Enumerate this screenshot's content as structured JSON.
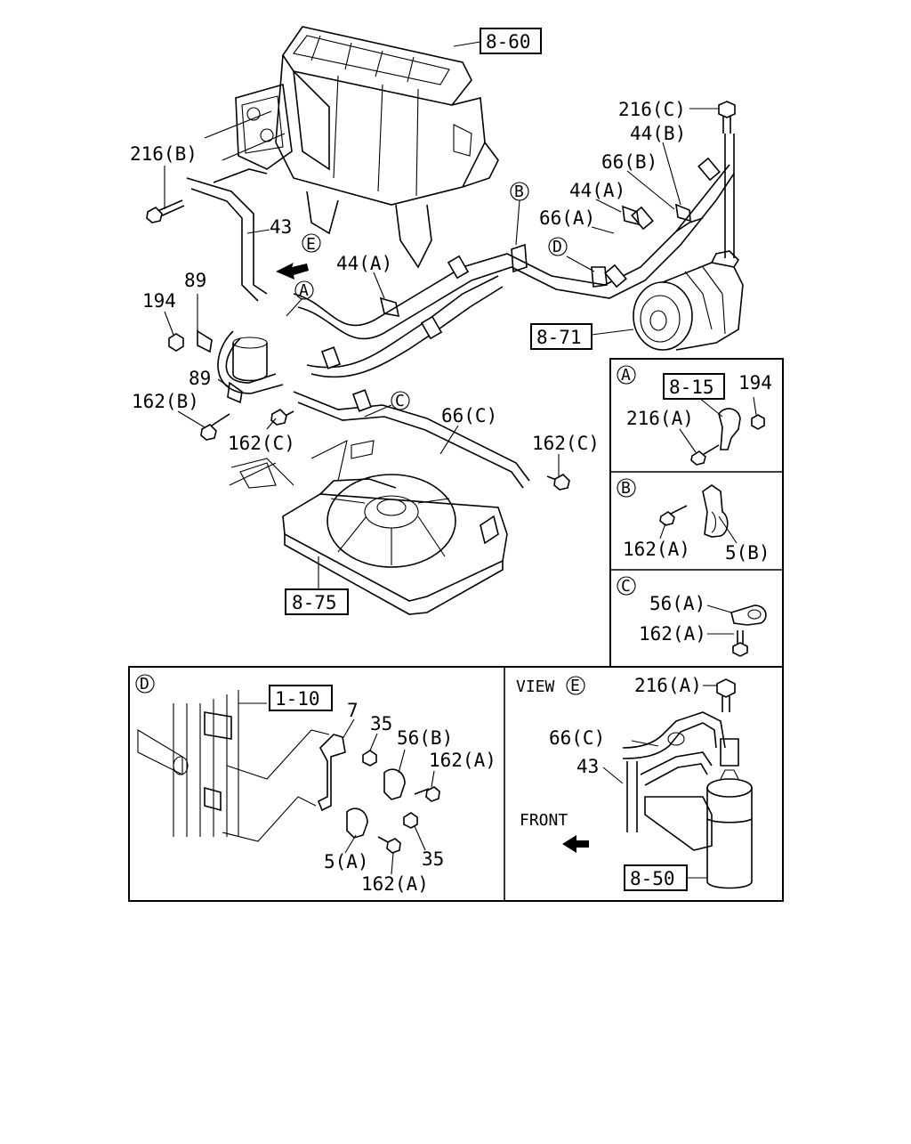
{
  "main_refs": {
    "ref_8_60": "8-60",
    "ref_8_71": "8-71",
    "ref_8_75": "8-75"
  },
  "main_callouts": {
    "c_216B": "216(B)",
    "c_43": "43",
    "c_E": "E",
    "c_44A_left": "44(A)",
    "c_89_top": "89",
    "c_194": "194",
    "c_A": "A",
    "c_89_bottom": "89",
    "c_162B": "162(B)",
    "c_162C_left": "162(C)",
    "c_C": "C",
    "c_66C": "66(C)",
    "c_162C_right": "162(C)",
    "c_B": "B",
    "c_D": "D",
    "c_216C": "216(C)",
    "c_44B": "44(B)",
    "c_66B": "66(B)",
    "c_44A_right": "44(A)",
    "c_66A": "66(A)"
  },
  "detail_a": {
    "tag": "A",
    "ref": "8-15",
    "p1": "194",
    "p2": "216(A)"
  },
  "detail_b": {
    "tag": "B",
    "p1": "162(A)",
    "p2": "5(B)"
  },
  "detail_c": {
    "tag": "C",
    "p1": "56(A)",
    "p2": "162(A)"
  },
  "detail_d": {
    "tag": "D",
    "ref": "1-10",
    "p_7": "7",
    "p_35_top": "35",
    "p_56B": "56(B)",
    "p_162A_right": "162(A)",
    "p_35_bottom": "35",
    "p_5A": "5(A)",
    "p_162A_bottom": "162(A)"
  },
  "view_e": {
    "title": "VIEW",
    "tag": "E",
    "p_216A": "216(A)",
    "p_66C": "66(C)",
    "p_43": "43",
    "front": "FRONT",
    "ref": "8-50"
  }
}
